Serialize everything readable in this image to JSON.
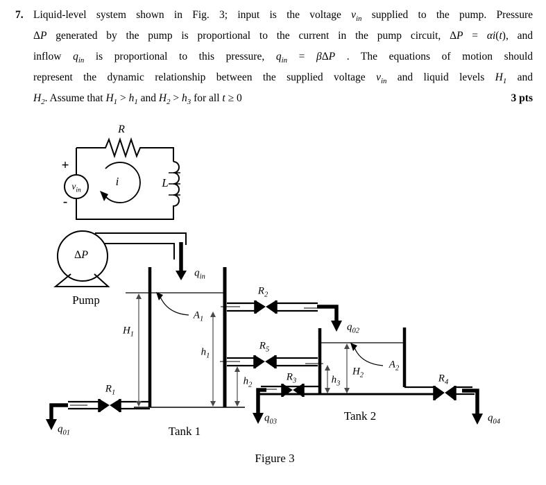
{
  "problem": {
    "number": "7.",
    "lines": [
      "Liquid-level system shown in Fig. 3; input is the voltage *v*_in_ supplied to the pump. Pressure",
      "Δ*P* generated by the pump is proportional to the current in the pump circuit, Δ*P* = *αi*(*t*), and",
      "inflow *q*_in_ is proportional to this pressure, *q*_in_ = *β*Δ*P* . The equations of motion should",
      "represent the dynamic relationship between the supplied voltage *v*_in_ and liquid levels *H*_1_ and",
      "*H*_2_. Assume that *H*_1_ > *h*_1_ and *H*_2_ > *h*_3_ for all *t* ≥ 0"
    ],
    "points_label": "3 pts"
  },
  "figure": {
    "caption": "Figure 3",
    "labels": {
      "r": "*R*",
      "plus": "+",
      "minus": "-",
      "vin": "*v*_in_",
      "i": "*i*",
      "l": "*L*",
      "dp": "Δ*P*",
      "pump": "Pump",
      "qin": "*q*_in_",
      "a1": "*A*_1_",
      "H1": "*H*_1_",
      "h1": "*h*_1_",
      "r1": "*R*_1_",
      "r2": "*R*_2_",
      "r3": "*R*_3_",
      "r4": "*R*_4_",
      "r5": "*R*_5_",
      "q01": "*q*_01_",
      "q02": "*q*_02_",
      "q03": "*q*_03_",
      "q04": "*q*_04_",
      "h2": "*h*_2_",
      "h3": "*h*_3_",
      "H2": "*H*_2_",
      "a2": "*A*_2_",
      "tank1": "Tank 1",
      "tank2": "Tank 2"
    },
    "line_colors": {
      "ink": "#000000",
      "dimension": "#4a4a4a"
    }
  }
}
